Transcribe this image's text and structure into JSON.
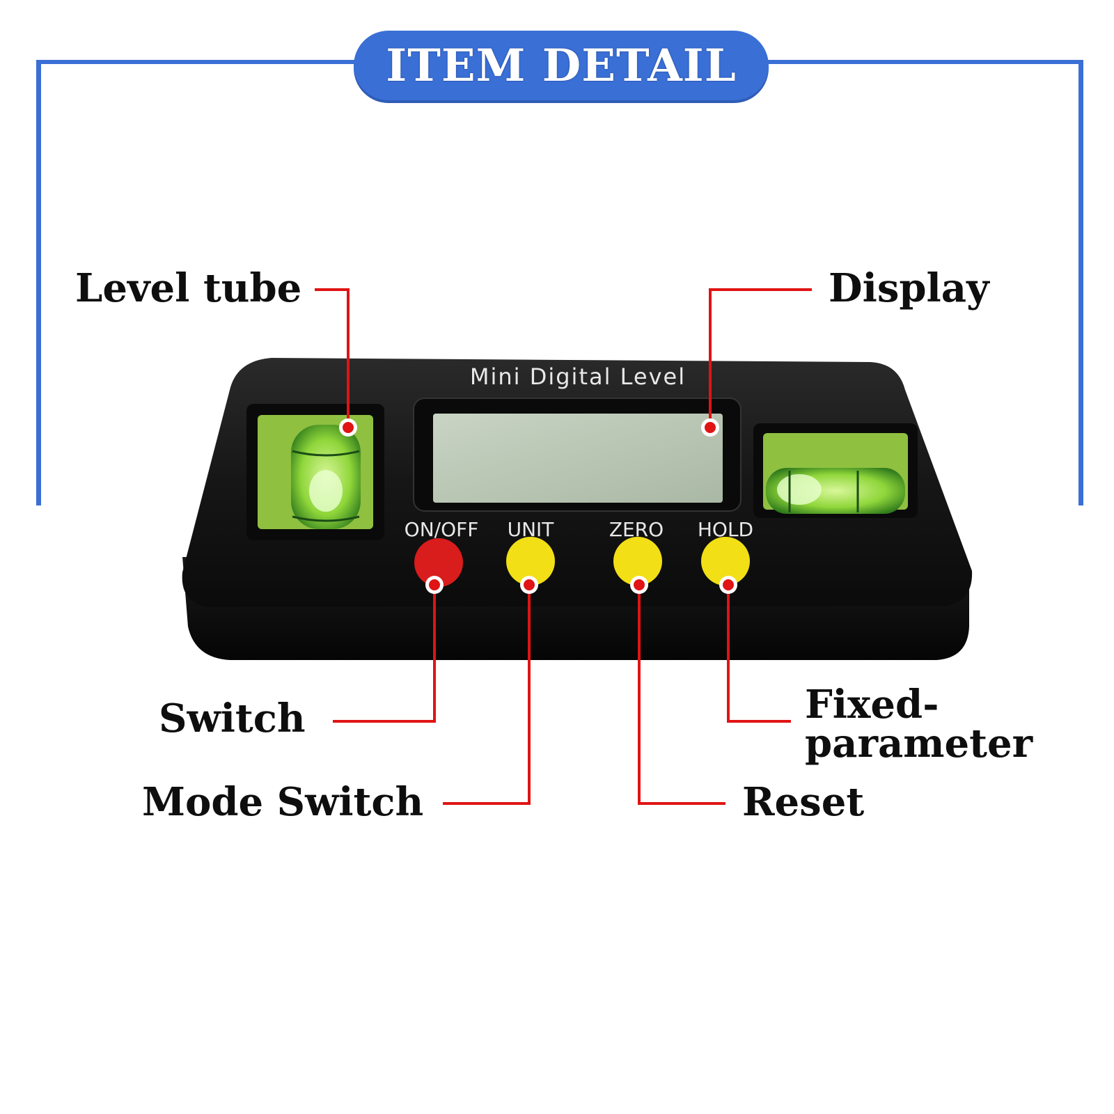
{
  "header": {
    "title": "ITEM DETAIL"
  },
  "callouts": {
    "level_tube": "Level tube",
    "display": "Display",
    "switch": "Switch",
    "mode_switch": "Mode Switch",
    "fixed_parameter_line1": "Fixed-",
    "fixed_parameter_line2": "parameter",
    "reset": "Reset"
  },
  "device": {
    "brand_label": "Mini Digital Level",
    "buttons": [
      {
        "label": "ON/OFF",
        "color": "#d91c1c"
      },
      {
        "label": "UNIT",
        "color": "#f2df16"
      },
      {
        "label": "ZERO",
        "color": "#f2df16"
      },
      {
        "label": "HOLD",
        "color": "#f2df16"
      }
    ]
  },
  "colors": {
    "frame_blue": "#3a6fd6",
    "leader_red": "#e01414",
    "body_black": "#151515",
    "lcd_green": "#b9c8b3",
    "bubble_green": "#8fd63a"
  }
}
